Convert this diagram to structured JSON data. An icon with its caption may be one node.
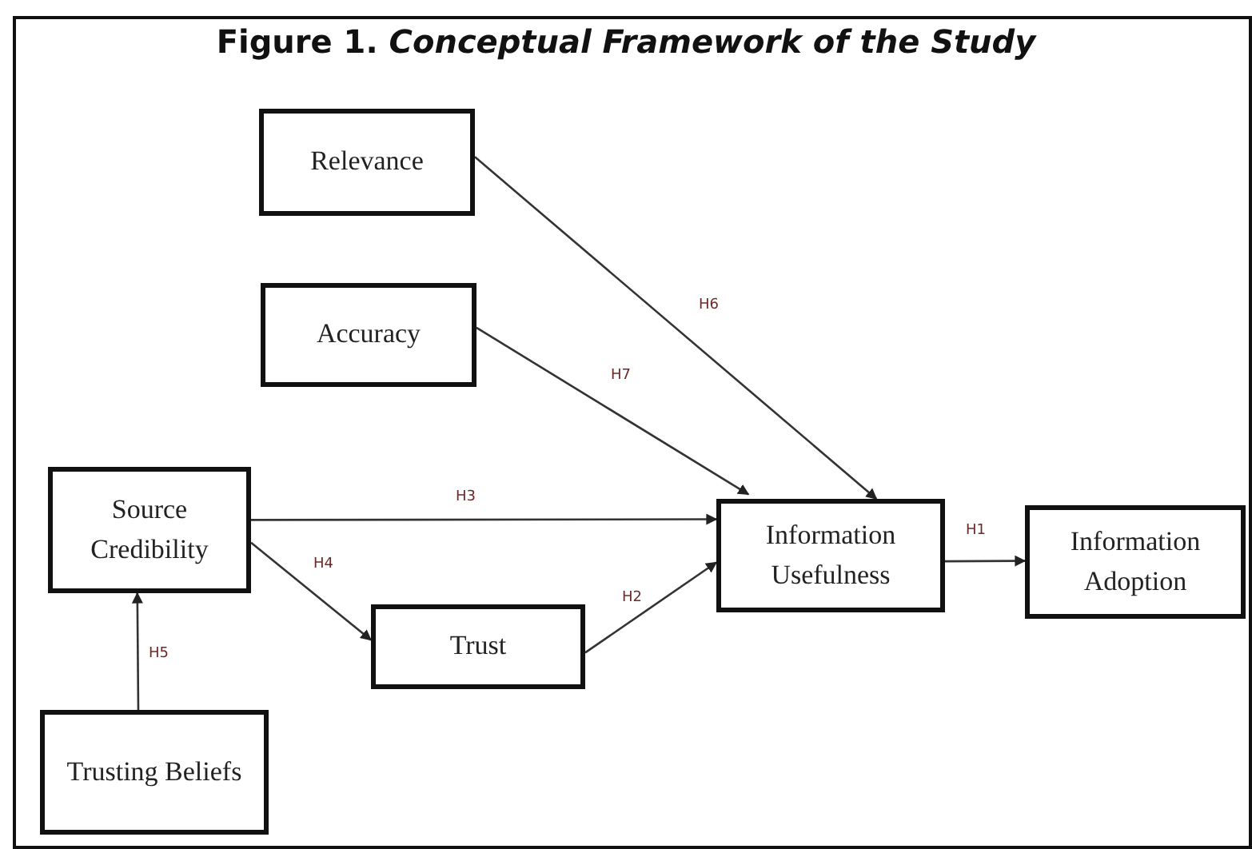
{
  "diagram": {
    "title": "Figure 1. *Conceptual Framework of the Study*",
    "nodes": [
      {
        "text": [
          "Relevance"
        ]
      },
      {
        "text": [
          "Accuracy"
        ]
      },
      {
        "text": [
          "Source Credibility"
        ]
      },
      {
        "text": [
          "Trust"
        ]
      },
      {
        "text": [
          "Trusting Beliefs"
        ]
      },
      {
        "text": [
          "Information Usefulness"
        ]
      },
      {
        "text": [
          "Information Adoption"
        ]
      }
    ],
    "edges": [
      {
        "from": 0,
        "to": 5,
        "arrow": "to",
        "label": "H6"
      },
      {
        "from": 1,
        "to": 5,
        "arrow": "to",
        "label": "H7"
      },
      {
        "from": 2,
        "to": 5,
        "arrow": "to",
        "label": "H3"
      },
      {
        "from": 2,
        "to": 3,
        "arrow": "to",
        "label": "H4"
      },
      {
        "from": 3,
        "to": 5,
        "arrow": "to",
        "label": "H2"
      },
      {
        "from": 4,
        "to": 2,
        "arrow": "to",
        "label": "H5"
      },
      {
        "from": 5,
        "to": 6,
        "arrow": "to",
        "label": "H1"
      }
    ]
  }
}
